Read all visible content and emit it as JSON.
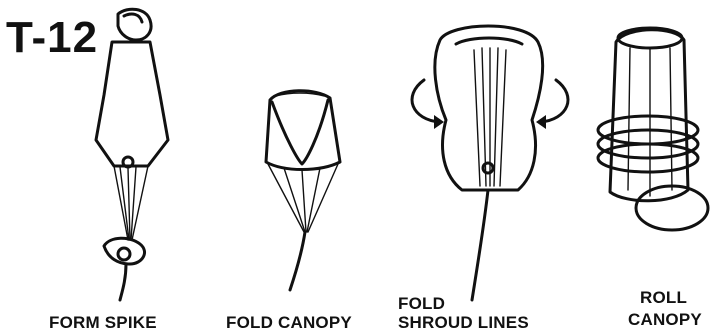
{
  "title": "T-12",
  "steps": [
    {
      "label": "FORM SPIKE"
    },
    {
      "label": "FOLD CANOPY"
    },
    {
      "label_line1": "FOLD",
      "label_line2": "SHROUD LINES"
    },
    {
      "label_line1": "ROLL",
      "label_line2": "CANOPY"
    }
  ]
}
